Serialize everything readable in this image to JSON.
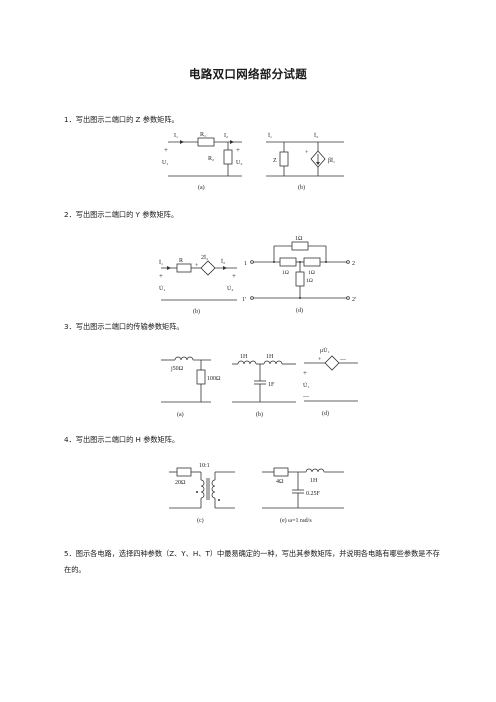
{
  "title": "电路双口网络部分试题",
  "questions": [
    "1．写出图示二端口的 Z 参数矩阵。",
    "2．写出图示二端口的 Y 参数矩阵。",
    "3．写出图示二端口的传输参数矩阵。",
    "4．写出图示二端口的 H 参数矩阵。",
    "5．图示各电路，选择四种参数（Z、Y、H、T）中最易确定的一种，写出其参数矩阵，并说明各电路有哪些参数是不存在的。"
  ],
  "figures": {
    "q1a": {
      "caption": "(a)",
      "labels": [
        "I₁",
        "R₁",
        "I₂",
        "+",
        "+",
        "U₁",
        "R₂",
        "U₂"
      ]
    },
    "q1b": {
      "caption": "(b)",
      "labels": [
        "İ₁",
        "İ₂",
        "Z",
        "βİ₁",
        "+"
      ]
    },
    "q2b": {
      "caption": "(b)",
      "labels": [
        "İ₁",
        "R",
        "2İ₂",
        "+",
        "İ₂",
        "+",
        "+",
        "U̇₁",
        "U̇₂"
      ]
    },
    "q2d": {
      "caption": "(d)",
      "labels": [
        "1Ω",
        "1",
        "2",
        "1Ω",
        "1Ω",
        "1Ω",
        "1'",
        "2'"
      ]
    },
    "q3a": {
      "caption": "(a)",
      "labels": [
        "j50Ω",
        "100Ω"
      ]
    },
    "q3b": {
      "caption": "(b)",
      "labels": [
        "1H",
        "1H",
        "1F"
      ]
    },
    "q3d": {
      "caption": "(d)",
      "labels": [
        "μU̇₁",
        "+",
        "+",
        "U̇₁",
        "—",
        "—"
      ]
    },
    "q4c": {
      "caption": "(c)",
      "labels": [
        "10:1",
        "20Ω"
      ]
    },
    "q4e": {
      "caption": "(e) ω=1 rad/s",
      "labels": [
        "4Ω",
        "1H",
        "0.25F"
      ]
    }
  }
}
